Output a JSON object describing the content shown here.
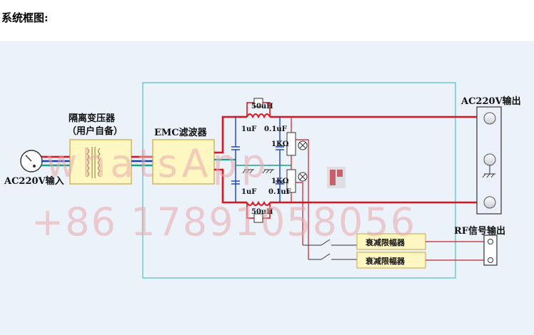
{
  "heading": "系统框图:",
  "labels": {
    "ac_input": "AC220V输入",
    "transformer_line1": "隔离变压器",
    "transformer_line2": "（用户自备）",
    "emc_filter": "EMC滤波器",
    "inductor_top": "50uH",
    "inductor_bottom": "50uH",
    "cap_top_left": "1uF",
    "cap_top_right": "0.1uF",
    "cap_bottom_left": "1uF",
    "cap_bottom_right": "0.1uF",
    "resistor_top": "1KΩ",
    "resistor_bottom": "1KΩ",
    "ac_output": "AC220V输出",
    "rf_output": "RF信号输出",
    "attenuator_1": "衰减限幅器",
    "attenuator_2": "衰减限幅器"
  },
  "watermark": {
    "line1": "whatsApp",
    "line2": "+86 17891058056"
  },
  "colors": {
    "live_wire": "#e0141e",
    "neutral_wire": "#1a3fc4",
    "ground_wire": "#1aa08a",
    "signal_wire": "#c8202a",
    "block_fill": "#fff7c2",
    "block_stroke": "#c8a640",
    "enclosure": "#4cc2c2",
    "panel_bg": "#ebf2fa"
  }
}
